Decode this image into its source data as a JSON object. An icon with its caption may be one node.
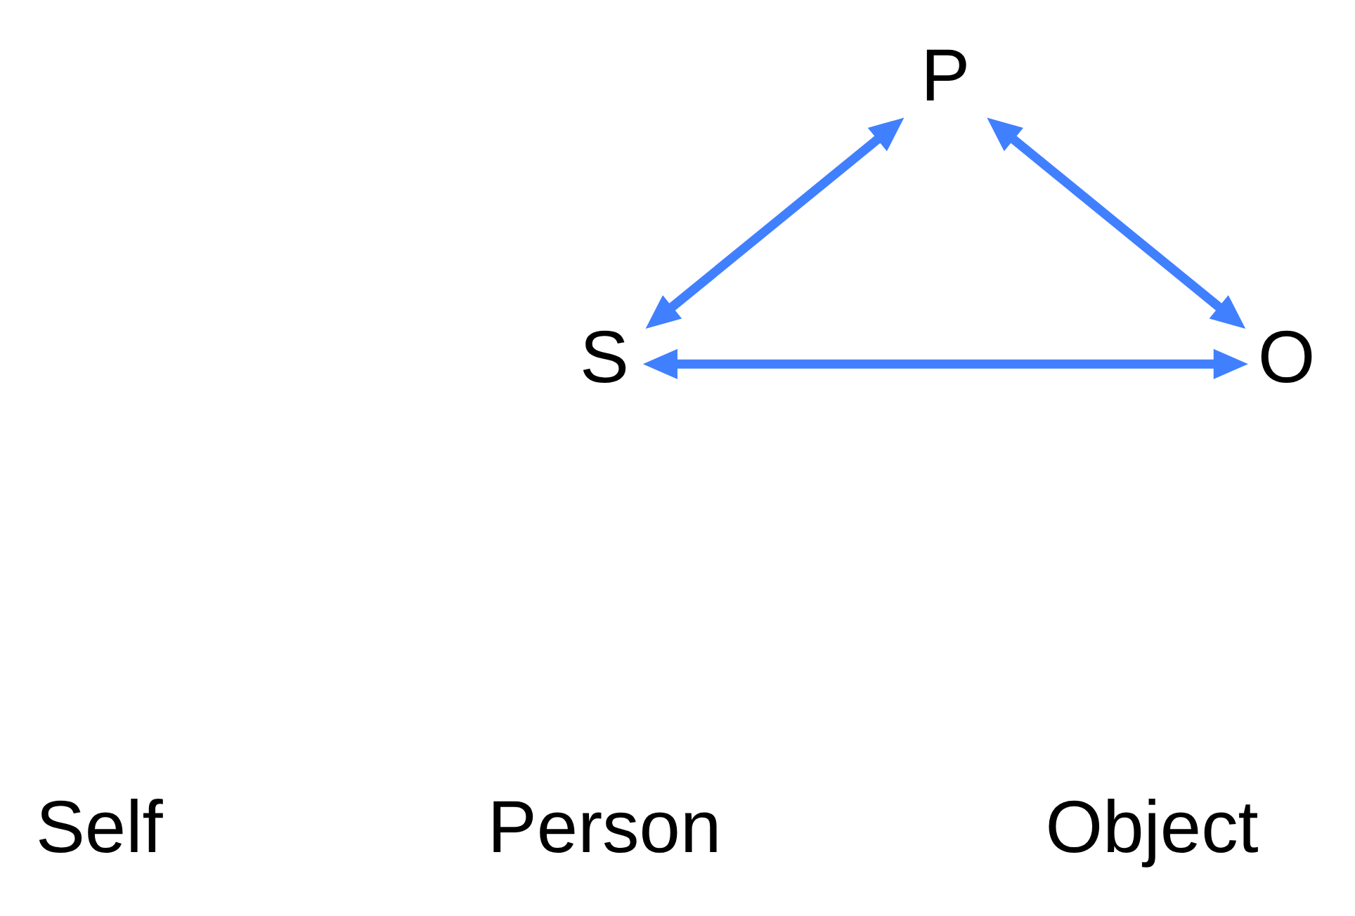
{
  "diagram": {
    "nodes": [
      {
        "text": [
          "P"
        ]
      },
      {
        "text": [
          "S"
        ]
      },
      {
        "text": [
          "O"
        ]
      }
    ],
    "edges": [
      {
        "from": 0,
        "to": 1,
        "arrow": "both"
      },
      {
        "from": 0,
        "to": 2,
        "arrow": "both"
      },
      {
        "from": 1,
        "to": 2,
        "arrow": "both"
      }
    ],
    "labels": [
      "Self",
      "Person",
      "Object"
    ]
  }
}
